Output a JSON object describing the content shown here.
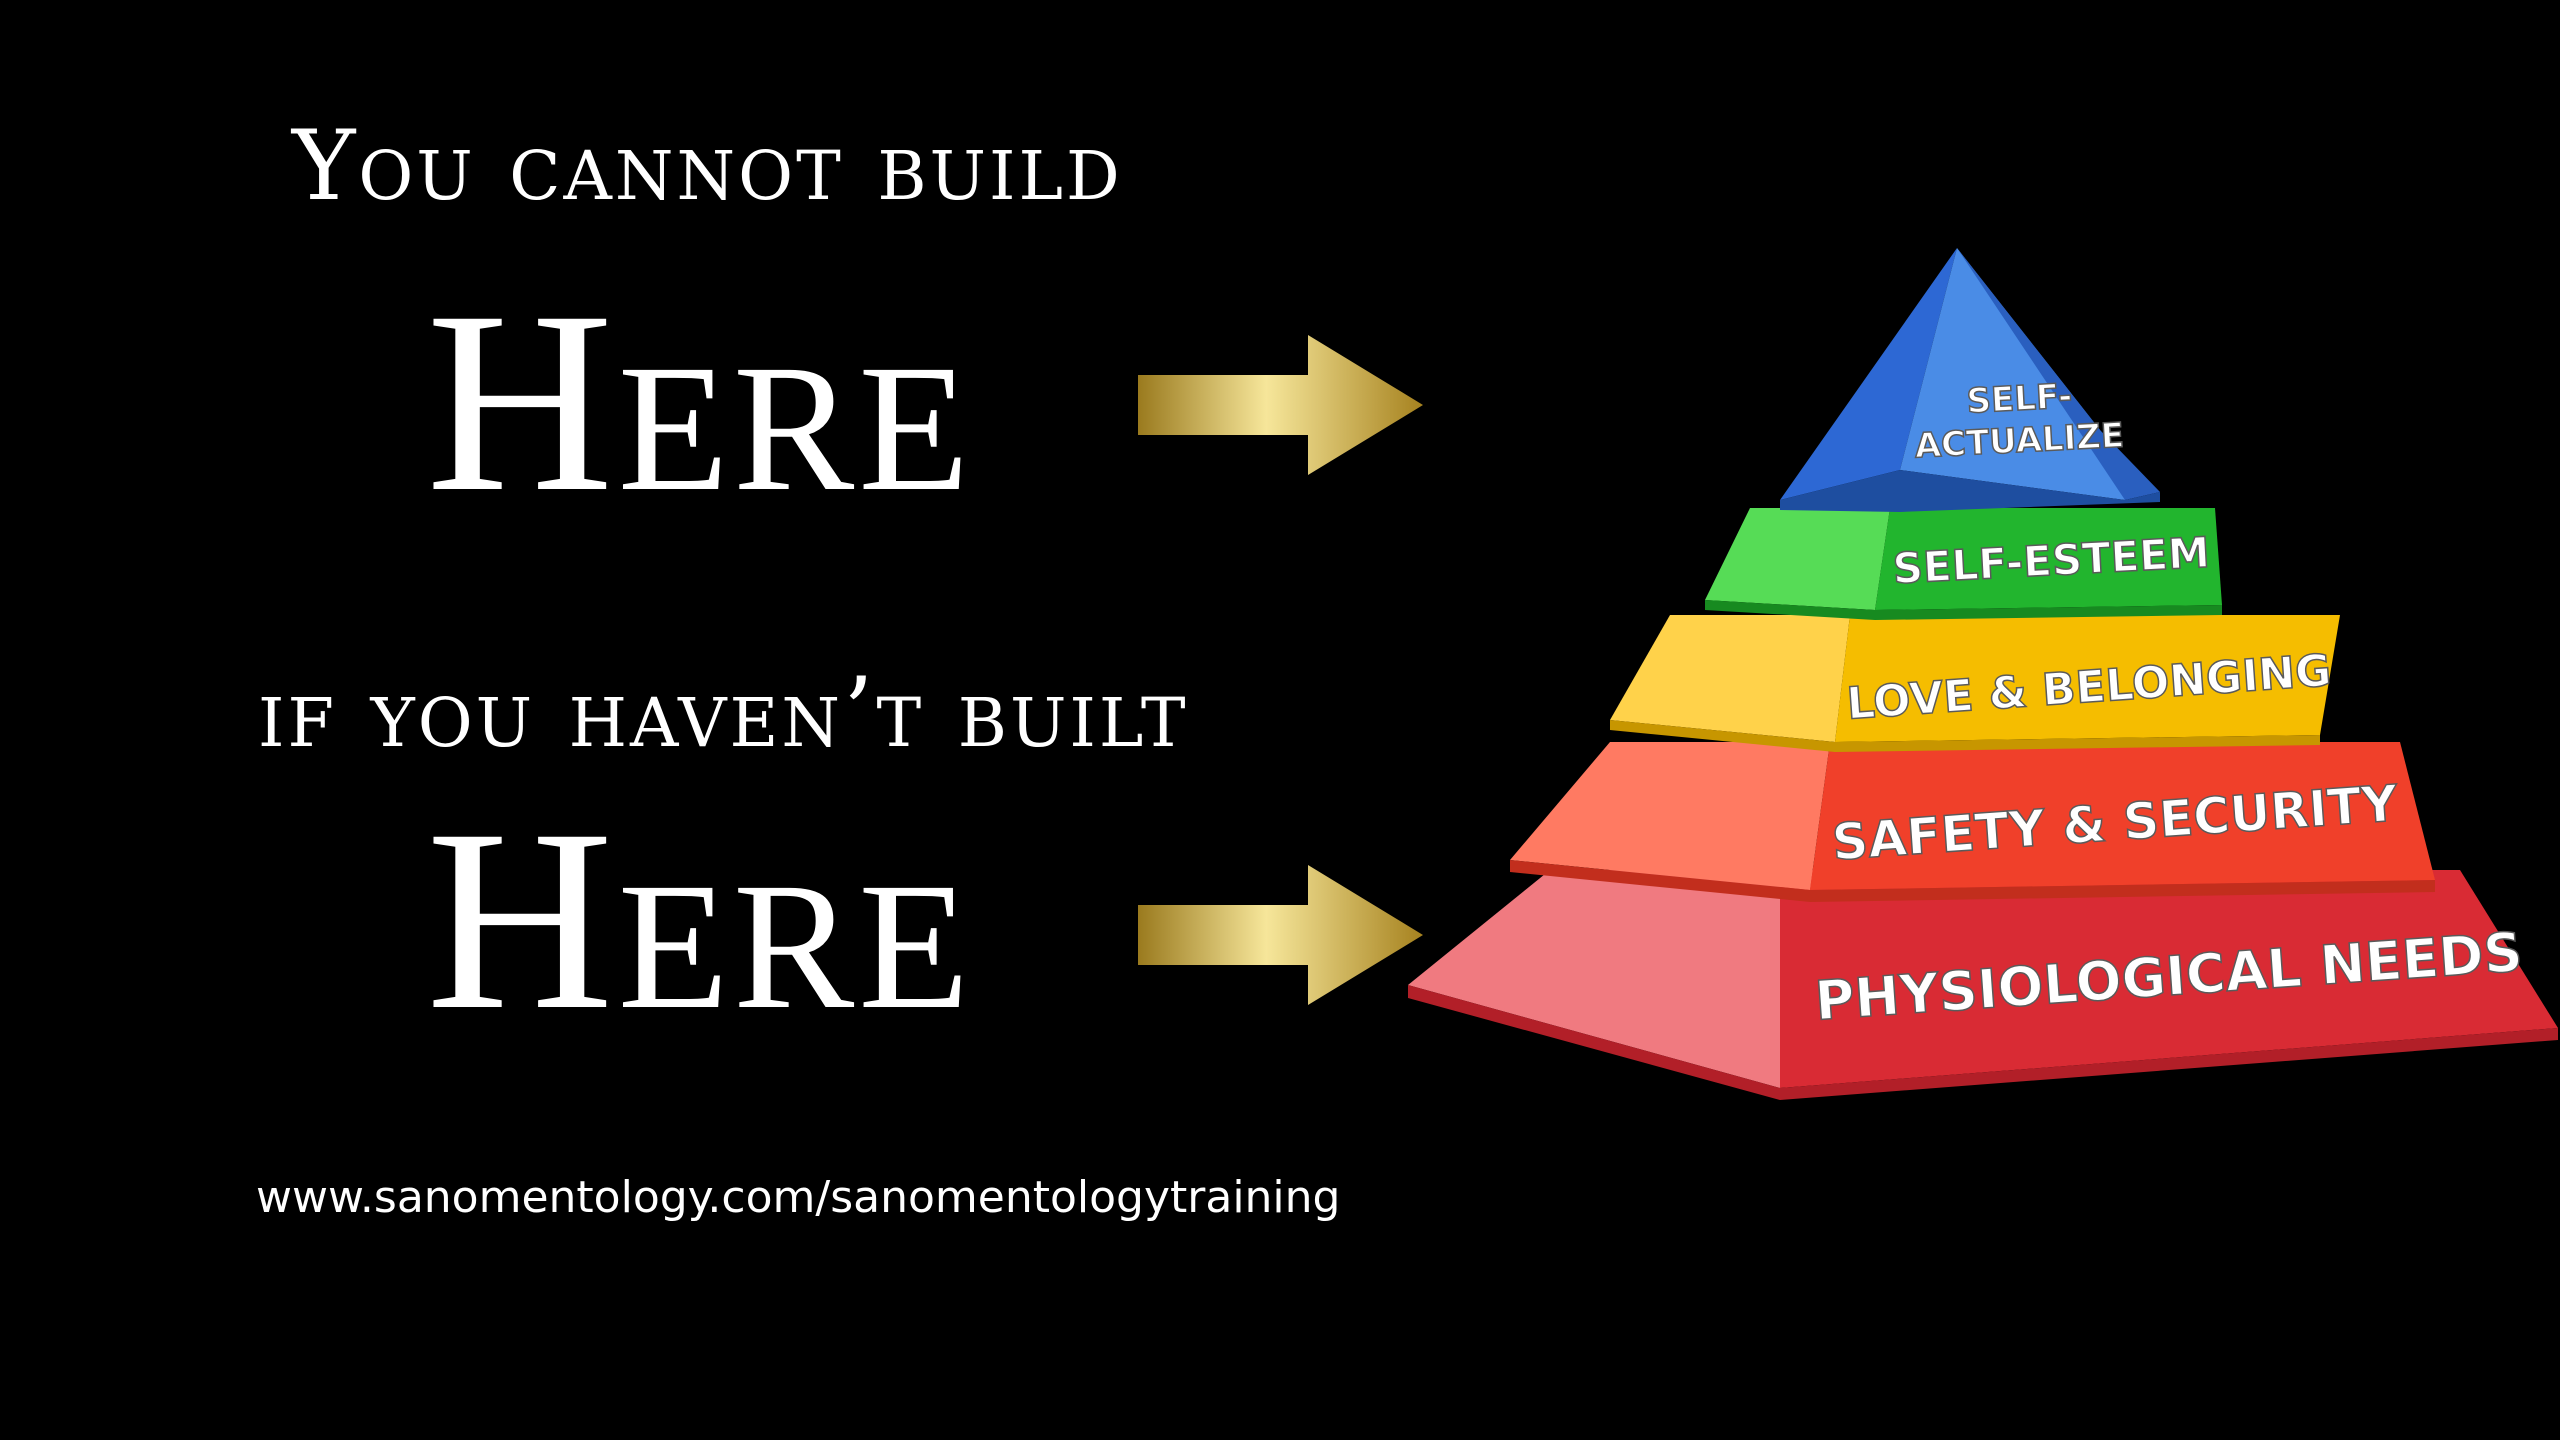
{
  "headline": {
    "line1": "You cannot build",
    "here_top": "Here",
    "line2": "if you haven’t built",
    "here_bottom": "Here"
  },
  "footer": {
    "url": "www.sanomentology.com/sanomentologytraining"
  },
  "pyramid": {
    "tiers": [
      {
        "label_line1": "SELF-",
        "label_line2": "ACTUALIZE",
        "color": "#2f6fd6"
      },
      {
        "label": "SELF-ESTEEM",
        "color": "#2fbf3a"
      },
      {
        "label": "LOVE & BELONGING",
        "color": "#f5c400"
      },
      {
        "label": "SAFETY & SECURITY",
        "color": "#f0472a"
      },
      {
        "label": "PHYSIOLOGICAL NEEDS",
        "color": "#e3343d"
      }
    ]
  },
  "arrow_color": "#d9b640"
}
